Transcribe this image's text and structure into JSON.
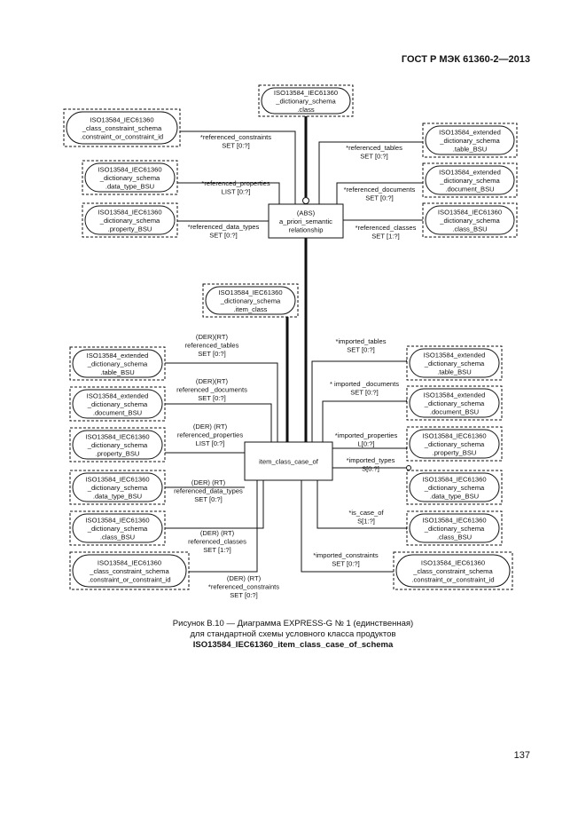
{
  "header": {
    "standard": "ГОСТ Р МЭК 61360-2—2013"
  },
  "page_number": "137",
  "caption": {
    "line1": "Рисунок B.10 — Диаграмма EXPRESS-G № 1 (единственная)",
    "line2": "для стандартной схемы условного класса продуктов",
    "line3": "ISO13584_IEC61360_item_class_case_of_schema"
  },
  "nodes": [
    {
      "id": "dict_class",
      "lines": [
        "ISO13584_IEC61360",
        "_dictionary_schema",
        ".class"
      ]
    },
    {
      "id": "cc_top",
      "lines": [
        "ISO13584_IEC61360",
        "_class_constraint_schema",
        ".constraint_or_constraint_id"
      ]
    },
    {
      "id": "dtype_top",
      "lines": [
        "ISO13584_IEC61360",
        "_dictionary_schema",
        ".data_type_BSU"
      ]
    },
    {
      "id": "prop_top",
      "lines": [
        "ISO13584_IEC61360",
        "_dictionary_schema",
        ".property_BSU"
      ]
    },
    {
      "id": "table_top",
      "lines": [
        "ISO13584_extended",
        "_dictionary_schema",
        ".table_BSU"
      ]
    },
    {
      "id": "doc_top",
      "lines": [
        "ISO13584_extended",
        "_dictionary_schema",
        ".document_BSU"
      ]
    },
    {
      "id": "class_top",
      "lines": [
        "ISO13584_IEC61360",
        "_dictionary_schema",
        ".class_BSU"
      ]
    },
    {
      "id": "aps",
      "lines": [
        "(ABS)",
        "a_priori_semantic",
        "relationship"
      ]
    },
    {
      "id": "item_class",
      "lines": [
        "ISO13584_IEC61360",
        "_dictionary_schema",
        ".item_class"
      ]
    },
    {
      "id": "icco",
      "lines": [
        "item_class_case_of"
      ]
    },
    {
      "id": "table_l",
      "lines": [
        "ISO13584_extended",
        "_dictionary_schema",
        ".table_BSU"
      ]
    },
    {
      "id": "doc_l",
      "lines": [
        "ISO13584_extended",
        "_dictionary_schema",
        ".document_BSU"
      ]
    },
    {
      "id": "prop_l",
      "lines": [
        "ISO13584_IEC61360",
        "_dictionary_schema",
        ".property_BSU"
      ]
    },
    {
      "id": "dtype_l",
      "lines": [
        "ISO13584_IEC61360",
        "_dictionary_schema",
        ".data_type_BSU"
      ]
    },
    {
      "id": "class_l",
      "lines": [
        "ISO13584_IEC61360",
        "_dictionary_schema",
        ".class_BSU"
      ]
    },
    {
      "id": "cc_l",
      "lines": [
        "ISO13584_IEC61360",
        "_class_constraint_schema",
        ".constraint_or_constraint_id"
      ]
    },
    {
      "id": "table_r",
      "lines": [
        "ISO13584_extended",
        "_dictionary_schema",
        ".table_BSU"
      ]
    },
    {
      "id": "doc_r",
      "lines": [
        "ISO13584_extended",
        "_dictionary_schema",
        ".document_BSU"
      ]
    },
    {
      "id": "prop_r",
      "lines": [
        "ISO13584_IEC61360",
        "_dictionary_schema",
        ".property_BSU"
      ]
    },
    {
      "id": "dtype_r",
      "lines": [
        "ISO13584_IEC61360",
        "_dictionary_schema",
        ".data_type_BSU"
      ]
    },
    {
      "id": "class_r",
      "lines": [
        "ISO13584_IEC61360",
        "_dictionary_schema",
        ".class_BSU"
      ]
    },
    {
      "id": "cc_r",
      "lines": [
        "ISO13584_IEC61360",
        "_class_constraint_schema",
        ".constraint_or_constraint_id"
      ]
    }
  ],
  "labels": [
    {
      "id": "l_ref_constraints_top",
      "lines": [
        "*referenced_constraints",
        "SET [0:?]"
      ]
    },
    {
      "id": "l_ref_properties_top",
      "lines": [
        "*referenced_properties",
        "LIST [0:?]"
      ]
    },
    {
      "id": "l_ref_dtypes_top",
      "lines": [
        "*referenced_data_types",
        "SET [0:?]"
      ]
    },
    {
      "id": "l_ref_tables_top",
      "lines": [
        "*referenced_tables",
        "SET [0:?]"
      ]
    },
    {
      "id": "l_ref_docs_top",
      "lines": [
        "*referenced_documents",
        "SET [0:?]"
      ]
    },
    {
      "id": "l_ref_classes_top",
      "lines": [
        "*referenced_classes",
        "SET [1:?]"
      ]
    },
    {
      "id": "l_der_tables",
      "lines": [
        "(DER)(RT)",
        "referenced_tables",
        "SET [0:?]"
      ]
    },
    {
      "id": "l_der_docs",
      "lines": [
        "(DER)(RT)",
        "referenced _documents",
        "SET [0:?]"
      ]
    },
    {
      "id": "l_der_props",
      "lines": [
        "(DER) (RT)",
        "referenced_properties",
        "LIST [0:?]"
      ]
    },
    {
      "id": "l_der_dtypes",
      "lines": [
        "(DER) (RT)",
        "referenced_data_types",
        "SET [0:?]"
      ]
    },
    {
      "id": "l_der_classes",
      "lines": [
        "(DER) (RT)",
        "referenced_classes",
        "SET [1:?]"
      ]
    },
    {
      "id": "l_der_constraints",
      "lines": [
        "(DER) (RT)",
        "*referenced_constraints",
        "SET [0:?]"
      ]
    },
    {
      "id": "l_imp_tables",
      "lines": [
        "*imported_tables",
        "SET [0:?]"
      ]
    },
    {
      "id": "l_imp_docs",
      "lines": [
        "* imported _documents",
        "SET [0:?]"
      ]
    },
    {
      "id": "l_imp_props",
      "lines": [
        "*imported_properties",
        "L[0:?]"
      ]
    },
    {
      "id": "l_imp_types",
      "lines": [
        "*imported_types",
        "S[0:?]"
      ]
    },
    {
      "id": "l_is_case_of",
      "lines": [
        "*is_case_of",
        "S[1:?]"
      ]
    },
    {
      "id": "l_imp_constraints",
      "lines": [
        "*imported_constraints",
        "SET [0:?]"
      ]
    }
  ]
}
